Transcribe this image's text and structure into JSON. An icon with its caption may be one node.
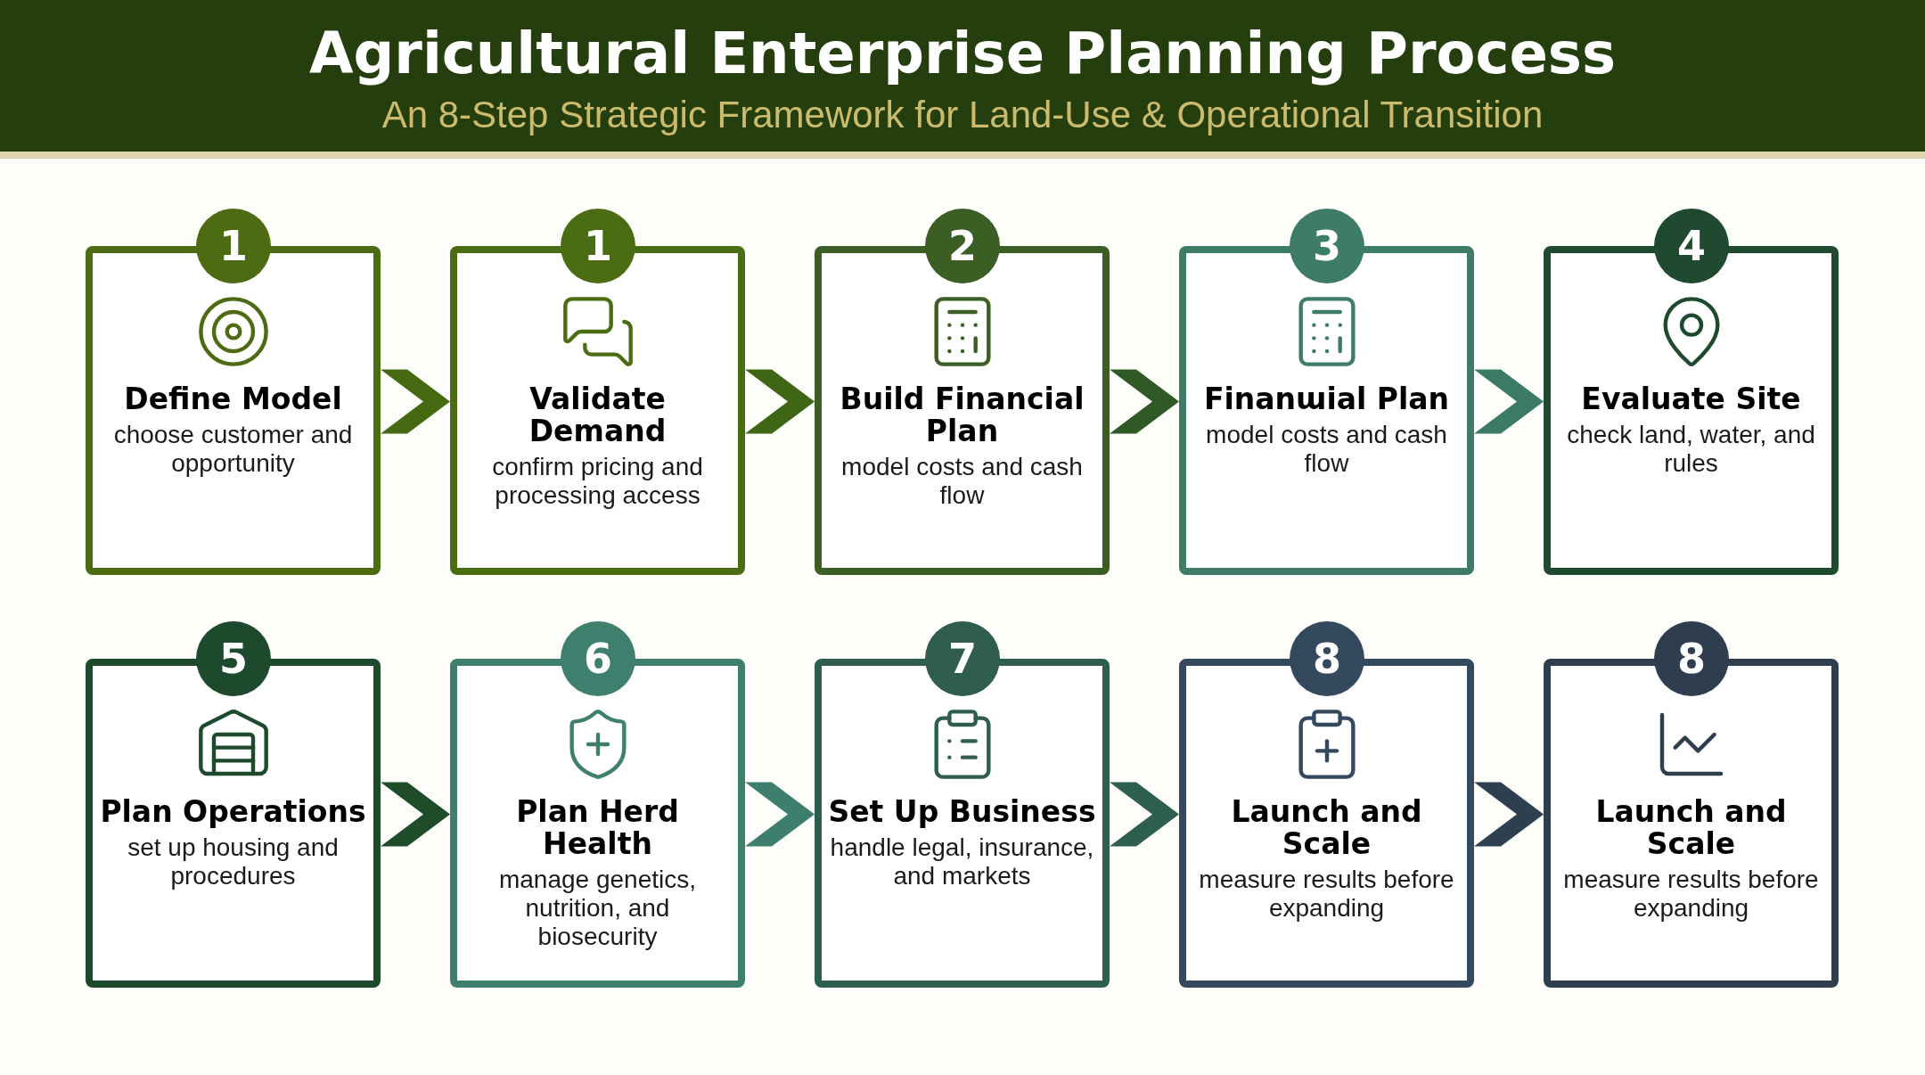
{
  "diagram": {
    "title": "Agricultural Enterprise Planning Process",
    "labels": [
      "An 8-Step Strategic Framework for Land-Use & Operational Transition"
    ],
    "nodes": [
      {
        "text": [
          "1",
          "Define Model",
          "choose customer and opportunity"
        ]
      },
      {
        "text": [
          "1",
          "Validate Demand",
          "confirm pricing and processing access"
        ]
      },
      {
        "text": [
          "2",
          "Build Financial Plan",
          "model costs and cash flow"
        ]
      },
      {
        "text": [
          "3",
          "Finanɯial Plan",
          "model costs and cash flow"
        ]
      },
      {
        "text": [
          "4",
          "Evaluate Site",
          "check land, water, and rules"
        ]
      },
      {
        "text": [
          "5",
          "Plan Operations",
          "set up housing and procedures"
        ]
      },
      {
        "text": [
          "6",
          "Plan Herd Health",
          "manage genetics, nutrition, and biosecurity"
        ]
      },
      {
        "text": [
          "7",
          "Set Up Business",
          "handle legal, insurance, and markets"
        ]
      },
      {
        "text": [
          "8",
          "Launch and Scale",
          "measure results before expanding"
        ]
      },
      {
        "text": [
          "8",
          "Launch and Scale",
          "measure results before expanding"
        ]
      }
    ],
    "edges": [
      {
        "from": 0,
        "to": 1,
        "arrow": "to",
        "color": "#466a12"
      },
      {
        "from": 1,
        "to": 2,
        "arrow": "to",
        "color": "#3f6614"
      },
      {
        "from": 2,
        "to": 3,
        "arrow": "to",
        "color": "#2f5a26"
      },
      {
        "from": 3,
        "to": 4,
        "arrow": "to",
        "color": "#3b7a66"
      },
      {
        "from": 5,
        "to": 6,
        "arrow": "to",
        "color": "#1f4d2a"
      },
      {
        "from": 6,
        "to": 7,
        "arrow": "to",
        "color": "#3d7f6c"
      },
      {
        "from": 7,
        "to": 8,
        "arrow": "to",
        "color": "#2e5e50"
      },
      {
        "from": 8,
        "to": 9,
        "arrow": "to",
        "color": "#2e3f50"
      }
    ]
  }
}
